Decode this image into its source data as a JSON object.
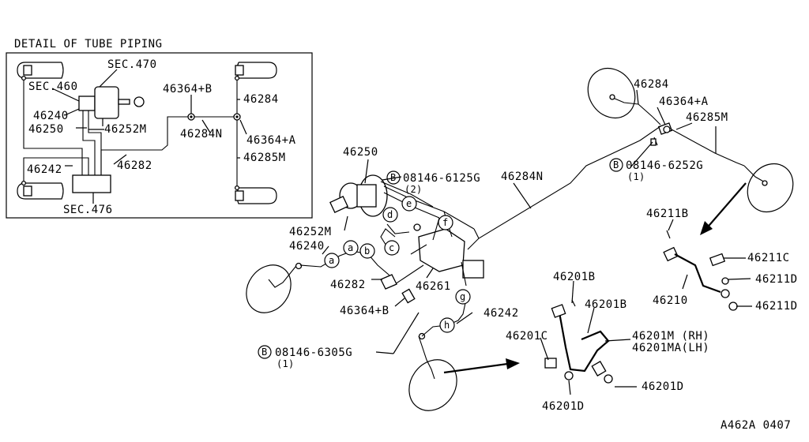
{
  "detail": {
    "title": "DETAIL OF TUBE PIPING",
    "labels": {
      "sec470": "SEC.470",
      "sec460": "SEC.460",
      "sec476": "SEC.476",
      "p46240": "46240",
      "p46250": "46250",
      "p46252m": "46252M",
      "p46242": "46242",
      "p46282": "46282",
      "p46364b": "46364+B",
      "p46284n": "46284N",
      "p46284": "46284",
      "p46364a": "46364+A",
      "p46285m": "46285M"
    }
  },
  "main": {
    "labels": {
      "p46284": "46284",
      "p46364a": "46364+A",
      "p46285m": "46285M",
      "bolt_a": "08146-6252G",
      "bolt_a_qty": "(1)",
      "p46250": "46250",
      "bolt_b": "08146-6125G",
      "bolt_b_qty": "(2)",
      "p46284n": "46284N",
      "p46252m": "46252M",
      "p46240": "46240",
      "p46282": "46282",
      "p46261": "46261",
      "p46364b": "46364+B",
      "p46242": "46242",
      "bolt_c": "08146-6305G",
      "bolt_c_qty": "(1)",
      "p46211b": "46211B",
      "p46211c": "46211C",
      "p46211d_1": "46211D",
      "p46211d_2": "46211D",
      "p46210": "46210",
      "p46201b_1": "46201B",
      "p46201b_2": "46201B",
      "p46201c": "46201C",
      "p46201m": "46201M (RH)",
      "p46201ma": "46201MA(LH)",
      "p46201d_1": "46201D",
      "p46201d_2": "46201D"
    },
    "bolt_marker": "B",
    "callouts": {
      "a": "a",
      "b": "b",
      "c": "c",
      "d": "d",
      "e": "e",
      "f": "f",
      "g": "g",
      "h": "h"
    }
  },
  "footer": {
    "code": "A462A 0407"
  }
}
